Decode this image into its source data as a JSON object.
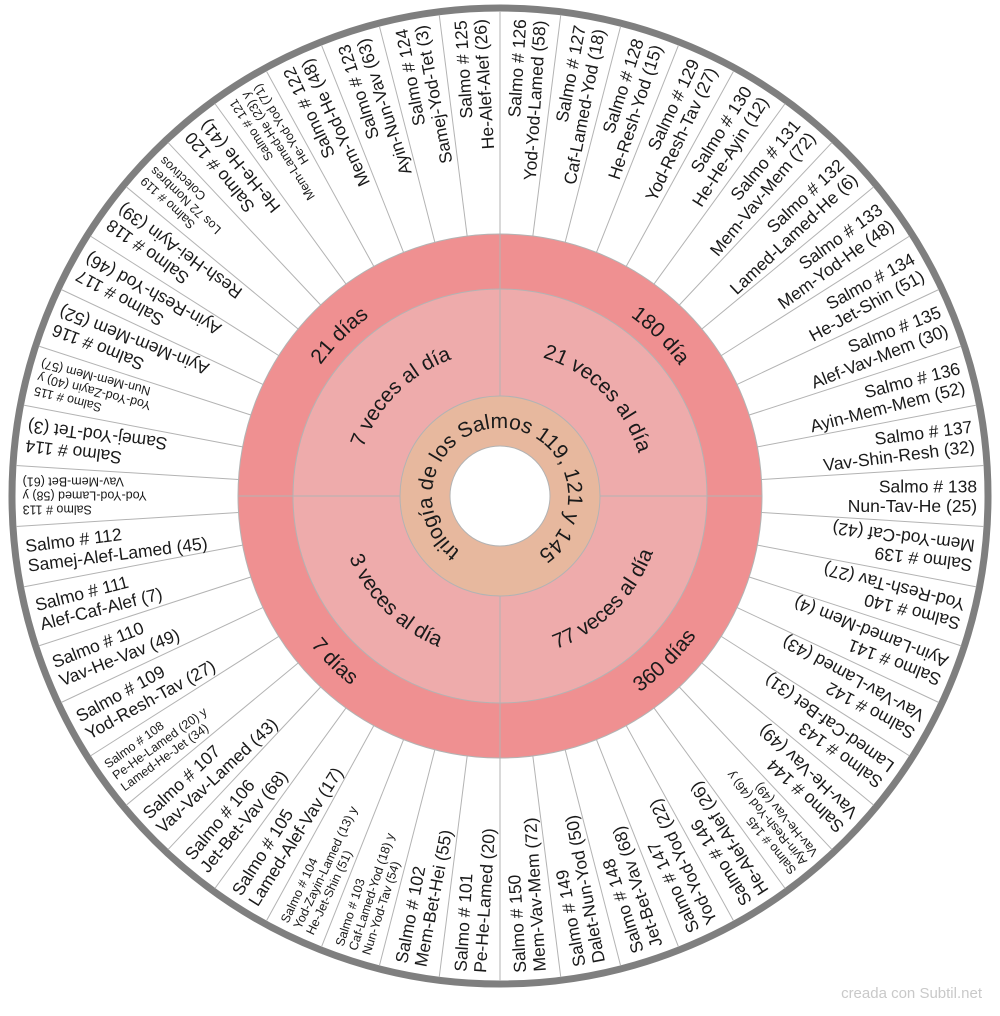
{
  "colors": {
    "border": "#7f7f7f",
    "divider": "#b3b3b3",
    "outer_ring": "#ef9091",
    "middle_ring": "#eeabab",
    "inner_ring": "#e7b89e",
    "text": "#1a1a1a"
  },
  "center_label": "trilogía de los Salmos 119, 121 y 145",
  "quadrants": [
    {
      "days": "180 día",
      "times": "21 veces al día"
    },
    {
      "days": "360 días",
      "times": "77 veces al día"
    },
    {
      "days": "7 días",
      "times": "3 veces al día"
    },
    {
      "days": "21 días",
      "times": "7 veces al día"
    }
  ],
  "psalms": [
    {
      "lines": [
        "Salmo # 126",
        "Yod-Yod-Lamed (58)"
      ]
    },
    {
      "lines": [
        "Salmo # 127",
        "Caf-Lamed-Yod (18)"
      ]
    },
    {
      "lines": [
        "Salmo # 128",
        "He-Resh-Yod (15)"
      ]
    },
    {
      "lines": [
        "Salmo # 129",
        "Yod-Resh-Tav (27)"
      ]
    },
    {
      "lines": [
        "Salmo # 130",
        "He-He-Ayin (12)"
      ]
    },
    {
      "lines": [
        "Salmo # 131",
        "Mem-Vav-Mem (72)"
      ]
    },
    {
      "lines": [
        "Salmo # 132",
        "Lamed-Lamed-He (6)"
      ]
    },
    {
      "lines": [
        "Salmo # 133",
        "Mem-Yod-He (48)"
      ]
    },
    {
      "lines": [
        "Salmo # 134",
        "He-Jet-Shin (51)"
      ]
    },
    {
      "lines": [
        "Salmo # 135",
        "Alef-Vav-Mem (30)"
      ]
    },
    {
      "lines": [
        "Salmo # 136",
        "Ayin-Mem-Mem (52)"
      ]
    },
    {
      "lines": [
        "Salmo # 137",
        "Vav-Shin-Resh (32)"
      ]
    },
    {
      "lines": [
        "Salmo # 138",
        "Nun-Tav-He (25)"
      ]
    },
    {
      "lines": [
        "Salmo # 139",
        "Mem-Yod-Caf (42)"
      ]
    },
    {
      "lines": [
        "Salmo # 140",
        "Yod-Resh-Tav (27)"
      ]
    },
    {
      "lines": [
        "Salmo # 141",
        "Ayin-Lamed-Mem (4)"
      ]
    },
    {
      "lines": [
        "Salmo # 142",
        "Vav-Vav-Lamed (43)"
      ]
    },
    {
      "lines": [
        "Salmo # 143",
        "Lamed-Caf-Bet (31)"
      ]
    },
    {
      "lines": [
        "Salmo # 144",
        "Vav-He-Vav (49)"
      ]
    },
    {
      "lines": [
        "Salmo # 145",
        "Ayin-Resh-Yod (46) y",
        "Vav-He-Vav (49)"
      ],
      "small": true
    },
    {
      "lines": [
        "Salmo # 146",
        "He-Alef-Alef (26)"
      ]
    },
    {
      "lines": [
        "Salmo # 147",
        "Yod-Yod-Yod (22)"
      ]
    },
    {
      "lines": [
        "Salmo # 148",
        "Jet-Bet-Vav (68)"
      ]
    },
    {
      "lines": [
        "Salmo # 149",
        "Dalet-Nun-Yod (50)"
      ]
    },
    {
      "lines": [
        "Salmo # 150",
        "Mem-Vav-Mem (72)"
      ]
    },
    {
      "lines": [
        "Salmo # 101",
        "Pe-He-Lamed (20)"
      ]
    },
    {
      "lines": [
        "Salmo # 102",
        "Mem-Bet-Hei (55)"
      ]
    },
    {
      "lines": [
        "Salmo # 103",
        "Caf-Lamed-Yod (18) y",
        "Nun-Yod-Tav (54)"
      ],
      "small": true
    },
    {
      "lines": [
        "Salmo # 104",
        "Yod-Zayin-Lamed (13) y",
        "He-Jet-Shin (51)"
      ],
      "small": true
    },
    {
      "lines": [
        "Salmo # 105",
        "Lamed-Alef-Vav (17)"
      ]
    },
    {
      "lines": [
        "Salmo # 106",
        "Jet-Bet-Vav (68)"
      ]
    },
    {
      "lines": [
        "Salmo # 107",
        "Vav-Vav-Lamed (43)"
      ]
    },
    {
      "lines": [
        "Salmo # 108",
        "Pe-He-Lamed (20) y",
        "Lamed-He-Jet (34)"
      ],
      "small": true
    },
    {
      "lines": [
        "Salmo # 109",
        "Yod-Resh-Tav (27)"
      ]
    },
    {
      "lines": [
        "Salmo # 110",
        "Vav-He-Vav (49)"
      ]
    },
    {
      "lines": [
        "Salmo # 111",
        "Alef-Caf-Alef (7)"
      ]
    },
    {
      "lines": [
        "Salmo # 112",
        "Samej-Alef-Lamed (45)"
      ]
    },
    {
      "lines": [
        "Salmo # 113",
        "Yod-Yod-Lamed (58) y",
        "Vav-Mem-Bet (61)"
      ],
      "small": true
    },
    {
      "lines": [
        "Salmo # 114",
        "Samej-Yod-Tet (3)"
      ]
    },
    {
      "lines": [
        "Salmo # 115",
        "Yod-Yod-Zayin (40) y",
        "Nun-Mem-Mem (57)"
      ],
      "small": true
    },
    {
      "lines": [
        "Salmo # 116",
        "Ayin-Mem-Mem (52)"
      ]
    },
    {
      "lines": [
        "Salmo # 117",
        "Ayin-Resh-Yod (46)"
      ]
    },
    {
      "lines": [
        "Salmo # 118",
        "Resh-Hei-Ayin (39)"
      ]
    },
    {
      "lines": [
        "Salmo # 119",
        "Los 72 Nombres",
        "Colectivos"
      ],
      "small": true
    },
    {
      "lines": [
        "Salmo # 120",
        "He-He-He (41)"
      ]
    },
    {
      "lines": [
        "Salmo # 121",
        "Mem-Lamed-He (23) y",
        "He-Yod-Yod (71)"
      ],
      "small": true
    },
    {
      "lines": [
        "Salmo # 122",
        "Mem-Yod-He (48)"
      ]
    },
    {
      "lines": [
        "Salmo # 123",
        "Ayin-Nun-Vav (63)"
      ]
    },
    {
      "lines": [
        "Salmo # 124",
        "Samej-Yod-Tet (3)"
      ]
    },
    {
      "lines": [
        "Salmo # 125",
        "He-Alef-Alef (26)"
      ]
    }
  ],
  "footer": {
    "credit": "creada con Subtil.net"
  }
}
